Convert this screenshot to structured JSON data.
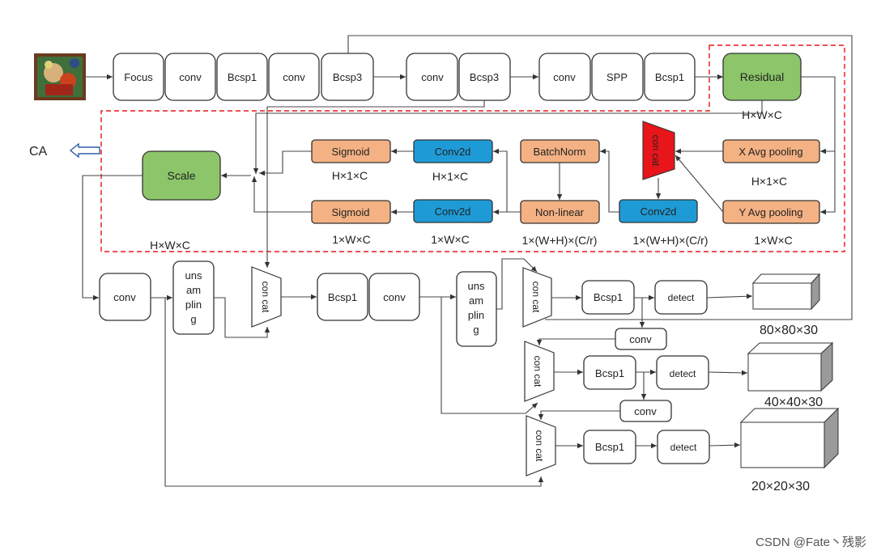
{
  "colors": {
    "orange": "#F4B183",
    "blue": "#1E9BD7",
    "green": "#8CC56A",
    "red": "#E8151A",
    "dashed": "#E8151A",
    "ca_arrow": "#2E5FA8"
  },
  "input_image": {
    "icon": "painting-thumbnail"
  },
  "backbone": {
    "focus": "Focus",
    "conv1": "conv",
    "bcsp1_a": "Bcsp1",
    "conv2": "conv",
    "bcsp3_a": "Bcsp3",
    "conv3": "conv",
    "bcsp3_b": "Bcsp3",
    "conv4": "conv",
    "spp": "SPP",
    "bcsp1_b": "Bcsp1"
  },
  "ca": {
    "label": "CA",
    "residual": "Residual",
    "residual_dim": "H×W×C",
    "x_pool": "X Avg pooling",
    "x_pool_dim": "H×1×C",
    "y_pool": "Y Avg pooling",
    "y_pool_dim": "1×W×C",
    "concat": "con cat",
    "conv2d_mid": "Conv2d",
    "conv2d_mid_dim": "1×(W+H)×(C/r)",
    "batchnorm": "BatchNorm",
    "nonlinear": "Non-linear",
    "nonlinear_dim": "1×(W+H)×(C/r)",
    "conv2d_top": "Conv2d",
    "conv2d_top_dim": "H×1×C",
    "conv2d_bot": "Conv2d",
    "conv2d_bot_dim": "1×W×C",
    "sigmoid_top": "Sigmoid",
    "sigmoid_top_dim": "H×1×C",
    "sigmoid_bot": "Sigmoid",
    "sigmoid_bot_dim": "1×W×C",
    "scale": "Scale",
    "scale_dim": "H×W×C"
  },
  "neck": {
    "conv_a": "conv",
    "upsample_a": "uns am pling",
    "concat_a": "con cat",
    "bcsp1": "Bcsp1",
    "conv_b": "conv",
    "upsample_b": "uns am pling",
    "concat_1": "con cat",
    "bcsp1_1": "Bcsp1",
    "detect_1": "detect",
    "out_1": "80×80×30",
    "conv_c": "conv",
    "concat_2": "con cat",
    "bcsp1_2": "Bcsp1",
    "detect_2": "detect",
    "out_2": "40×40×30",
    "conv_d": "conv",
    "concat_3": "con cat",
    "bcsp1_3": "Bcsp1",
    "detect_3": "detect",
    "out_3": "20×20×30"
  },
  "watermark": "CSDN @Fate丶残影"
}
